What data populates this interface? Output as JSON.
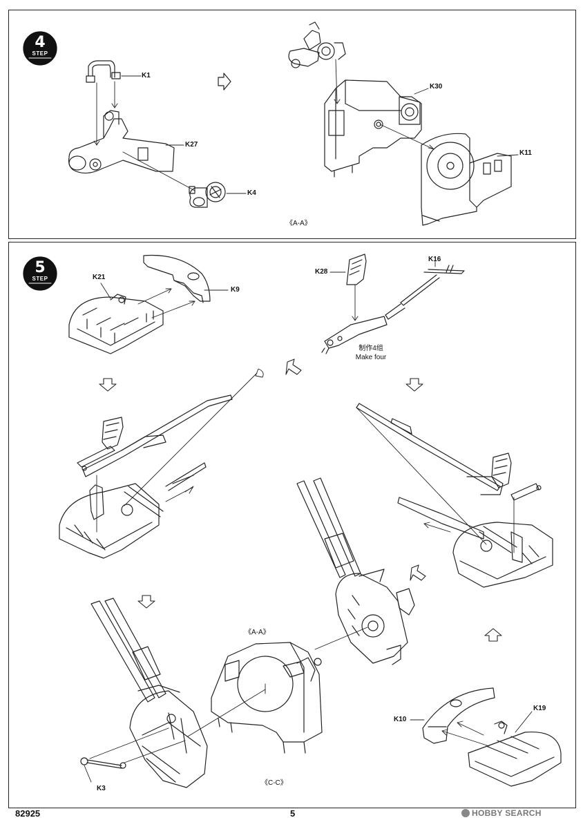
{
  "page": {
    "number": "5",
    "kit_number": "82925",
    "watermark": "HOBBY SEARCH"
  },
  "step4": {
    "step_number": "4",
    "step_label": "STEP",
    "parts": [
      "K1",
      "K27",
      "K4",
      "K30",
      "K11"
    ],
    "section_label": "《A-A》"
  },
  "step5": {
    "step_number": "5",
    "step_label": "STEP",
    "parts": {
      "k21": "K21",
      "k9": "K9",
      "k28": "K28",
      "k16": "K16",
      "k10": "K10",
      "k19": "K19",
      "k3": "K3"
    },
    "note_cn": "制作4组",
    "note_en": "Make four",
    "section_aa": "《A-A》",
    "section_cc": "《C-C》"
  }
}
